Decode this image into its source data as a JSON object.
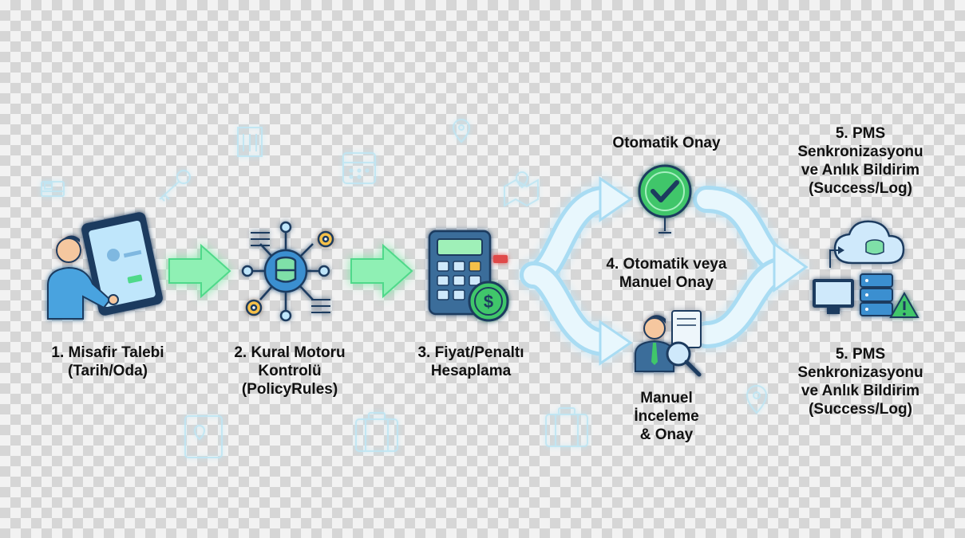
{
  "steps": {
    "s1": {
      "line1": "1. Misafir Talebi",
      "line2": "(Tarih/Oda)"
    },
    "s2": {
      "line1": "2. Kural Motoru",
      "line2": "Kontrolü",
      "line3": "(PolicyRules)"
    },
    "s3": {
      "line1": "3. Fiyat/Penaltı",
      "line2": "Hesaplama"
    },
    "s4": {
      "line1": "4. Otomatik veya",
      "line2": "Manuel Onay"
    },
    "auto": {
      "line1": "Otomatik Onay"
    },
    "manual": {
      "line1": "Manuel",
      "line2": "İnceleme",
      "line3": "& Onay"
    },
    "s5_top": {
      "line1": "5. PMS",
      "line2": "Senkronizasyonu",
      "line3": "ve Anlık Bildirim",
      "line4": "(Success/Log)"
    },
    "s5_bottom": {
      "line1": "5. PMS",
      "line2": "Senkronizasyonu",
      "line3": "ve Anlık Bildirim",
      "line4": "(Success/Log)"
    }
  },
  "icons": {
    "step1": "user-tablet-icon",
    "step2": "rules-engine-icon",
    "step3": "calculator-dollar-icon",
    "auto": "checkmark-icon",
    "manual": "reviewer-magnifier-icon",
    "step5": "server-cloud-monitor-icon"
  },
  "colors": {
    "forward_arrow": "#7ee8a6",
    "branch_arrow": "#d5eefb",
    "accent_green": "#3fc66a",
    "accent_blue": "#3a8fd0",
    "navy": "#1e3a5f"
  }
}
